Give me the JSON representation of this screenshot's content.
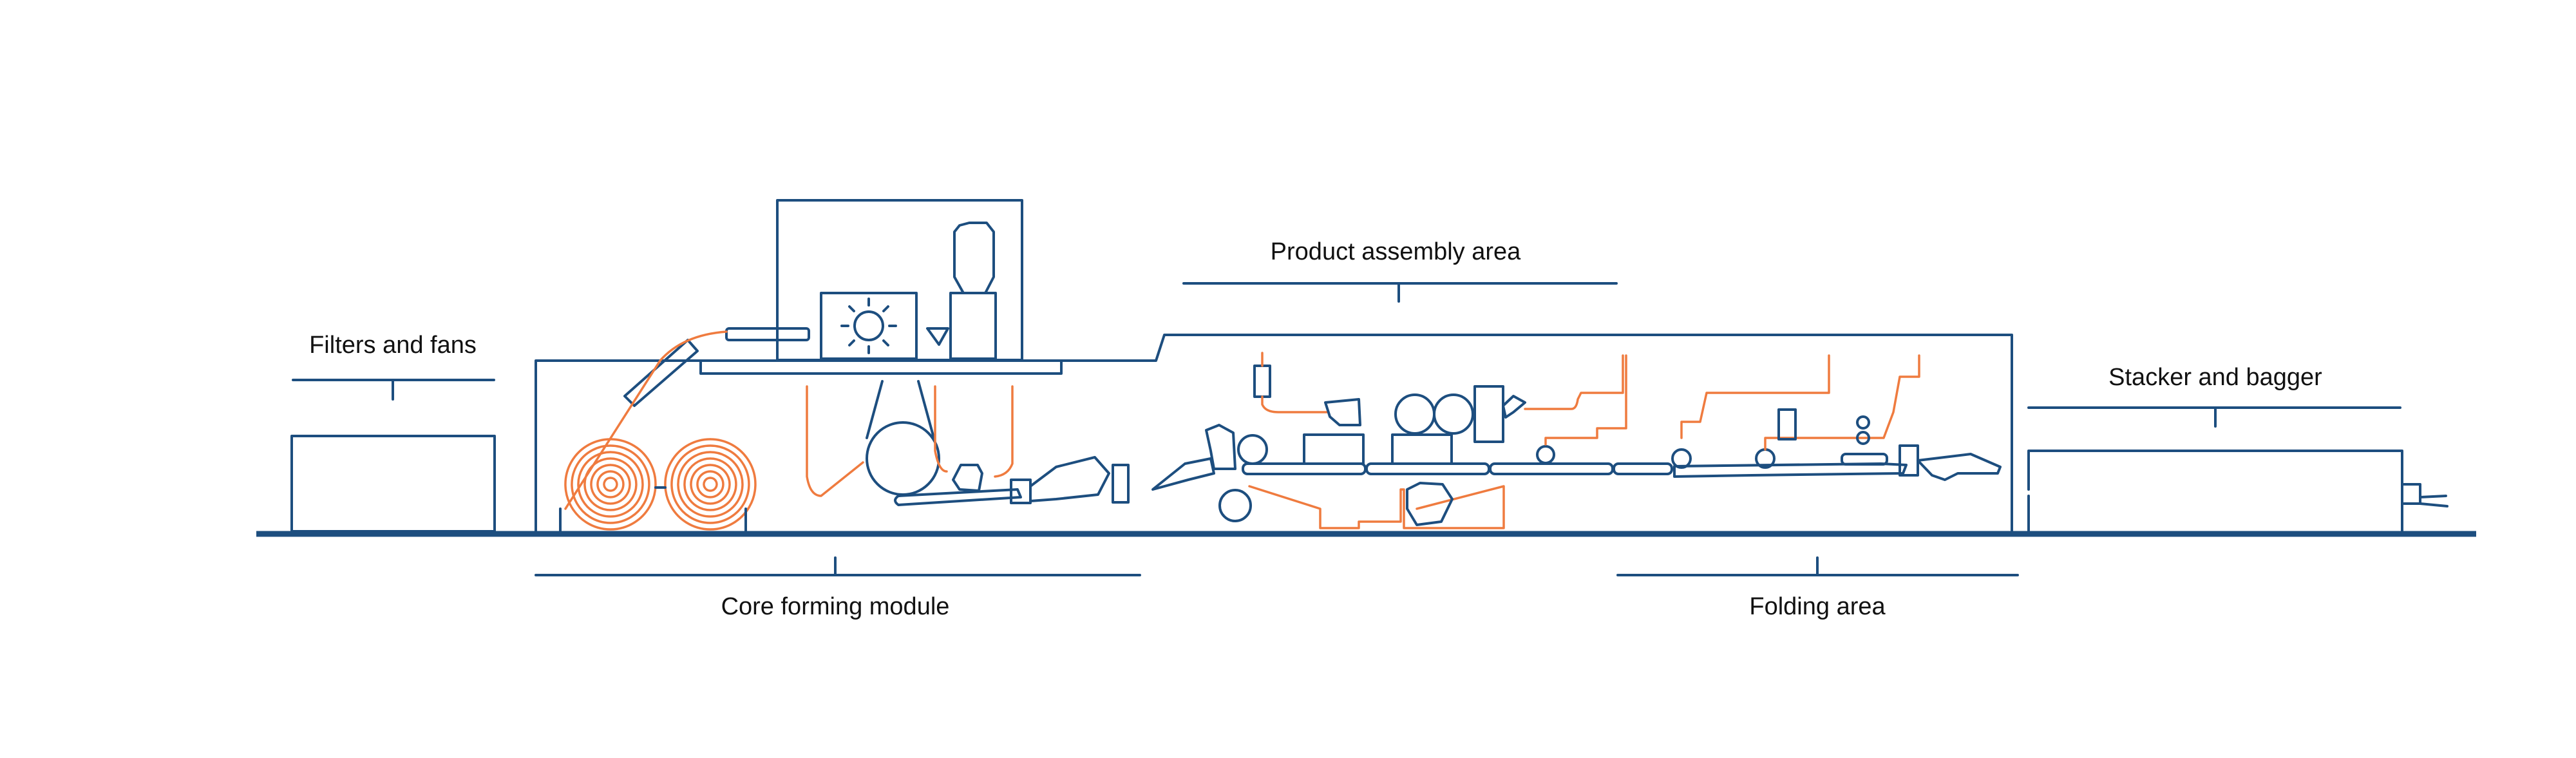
{
  "diagram": {
    "colors": {
      "machine_outline": "#1d4e7f",
      "material_path": "#ef7b3f",
      "label_text": "#111111",
      "background": "#ffffff"
    },
    "labels": {
      "filters": "Filters and fans",
      "core": "Core forming module",
      "assembly": "Product assembly area",
      "folding": "Folding area",
      "stacker": "Stacker and bagger"
    }
  }
}
